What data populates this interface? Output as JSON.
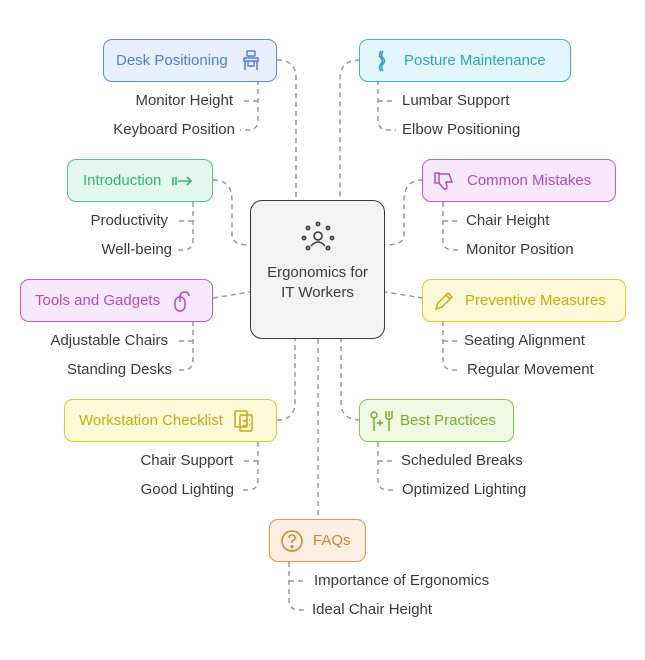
{
  "center": {
    "title": "Ergonomics for IT Workers",
    "icon": "people-network-icon",
    "color": "#3a3a3a"
  },
  "branches": [
    {
      "key": "desk",
      "title": "Desk Positioning",
      "icon": "desk-icon",
      "border": "#5b8ee6",
      "fill": "#e8f0fd",
      "text": "#4a7fd8",
      "items": [
        "Monitor Height",
        "Keyboard Position"
      ]
    },
    {
      "key": "posture",
      "title": "Posture Maintenance",
      "icon": "spine-icon",
      "border": "#35b5d6",
      "fill": "#e3f6fb",
      "text": "#2aa6c9",
      "items": [
        "Lumbar Support",
        "Elbow Positioning"
      ]
    },
    {
      "key": "intro",
      "title": "Introduction",
      "icon": "arrow-right-icon",
      "border": "#4cc98a",
      "fill": "#e4f8ee",
      "text": "#32b673",
      "items": [
        "Productivity",
        "Well-being"
      ]
    },
    {
      "key": "mistakes",
      "title": "Common Mistakes",
      "icon": "thumbs-down-icon",
      "border": "#c35bd6",
      "fill": "#f8e8fb",
      "text": "#b04bc6",
      "items": [
        "Chair Height",
        "Monitor Position"
      ]
    },
    {
      "key": "tools",
      "title": "Tools and Gadgets",
      "icon": "mouse-icon",
      "border": "#c35bd6",
      "fill": "#f8e8fb",
      "text": "#b04bc6",
      "items": [
        "Adjustable Chairs",
        "Standing Desks"
      ]
    },
    {
      "key": "preventive",
      "title": "Preventive Measures",
      "icon": "pencil-icon",
      "border": "#dccb2e",
      "fill": "#fdf9d8",
      "text": "#c2ae10",
      "items": [
        "Seating Alignment",
        "Regular Movement"
      ]
    },
    {
      "key": "checklist",
      "title": "Workstation Checklist",
      "icon": "checklist-icon",
      "border": "#dccb2e",
      "fill": "#fdf9d8",
      "text": "#c2ae10",
      "items": [
        "Chair Support",
        "Good Lighting"
      ]
    },
    {
      "key": "practices",
      "title": "Best Practices",
      "icon": "fork-knife-plus-icon",
      "border": "#8cc63f",
      "fill": "#f0f9e4",
      "text": "#76b02a",
      "items": [
        "Scheduled Breaks",
        "Optimized Lighting"
      ]
    },
    {
      "key": "faqs",
      "title": "FAQs",
      "icon": "question-circle-icon",
      "border": "#e8964a",
      "fill": "#fdf0e3",
      "text": "#db7f2e",
      "items": [
        "Importance of Ergonomics",
        "Ideal Chair Height"
      ]
    }
  ],
  "connector_color": "#9a9a9a"
}
